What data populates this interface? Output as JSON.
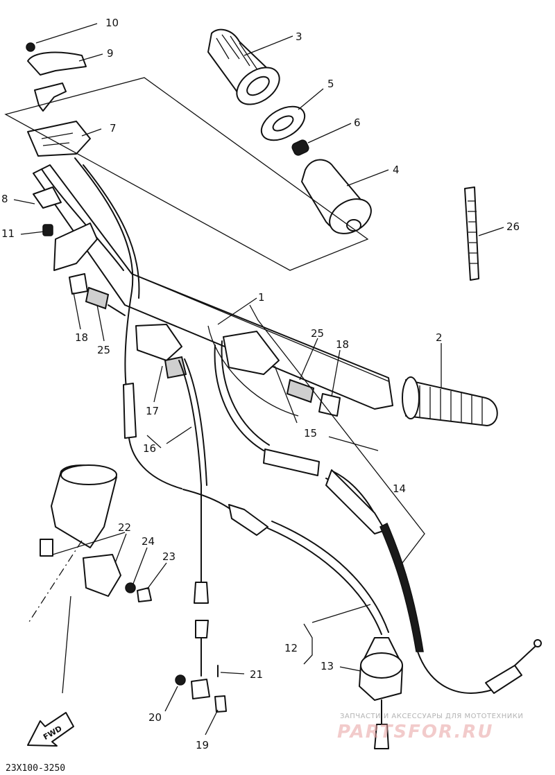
{
  "diagram": {
    "doc_code": "23X100-3250",
    "fwd_mark": "FWD",
    "watermark": {
      "caption": "ЗАПЧАСТИ И АКСЕССУАРЫ ДЛЯ МОТОТЕХНИКИ",
      "brand": "PARTSFOR.RU"
    },
    "callouts": [
      {
        "id": "10",
        "text": "10"
      },
      {
        "id": "9",
        "text": "9"
      },
      {
        "id": "3",
        "text": "3"
      },
      {
        "id": "5",
        "text": "5"
      },
      {
        "id": "6",
        "text": "6"
      },
      {
        "id": "7",
        "text": "7"
      },
      {
        "id": "4",
        "text": "4"
      },
      {
        "id": "8",
        "text": "8"
      },
      {
        "id": "26",
        "text": "26"
      },
      {
        "id": "11",
        "text": "11"
      },
      {
        "id": "1",
        "text": "1"
      },
      {
        "id": "18a",
        "text": "18"
      },
      {
        "id": "25a",
        "text": "25"
      },
      {
        "id": "25b",
        "text": "25"
      },
      {
        "id": "18b",
        "text": "18"
      },
      {
        "id": "2",
        "text": "2"
      },
      {
        "id": "17",
        "text": "17"
      },
      {
        "id": "16",
        "text": "16"
      },
      {
        "id": "15",
        "text": "15"
      },
      {
        "id": "14",
        "text": "14"
      },
      {
        "id": "22",
        "text": "22"
      },
      {
        "id": "24",
        "text": "24"
      },
      {
        "id": "23",
        "text": "23"
      },
      {
        "id": "12",
        "text": "12"
      },
      {
        "id": "13",
        "text": "13"
      },
      {
        "id": "21",
        "text": "21"
      },
      {
        "id": "20",
        "text": "20"
      },
      {
        "id": "19",
        "text": "19"
      }
    ]
  }
}
